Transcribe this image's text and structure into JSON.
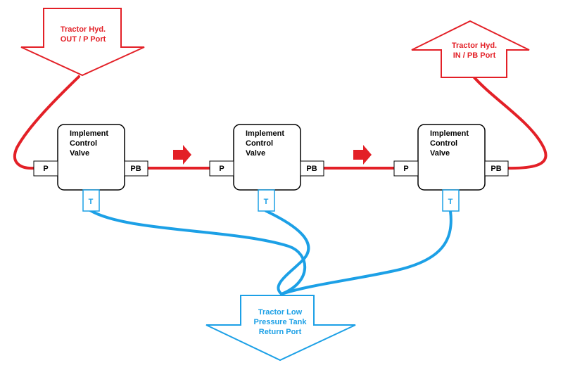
{
  "arrows": {
    "out_port": {
      "line1": "Tractor Hyd.",
      "line2": "OUT / P Port"
    },
    "in_port": {
      "line1": "Tractor Hyd.",
      "line2": "IN / PB Port"
    },
    "return_port": {
      "line1": "Tractor Low",
      "line2": "Pressure Tank",
      "line3": "Return Port"
    }
  },
  "valves": [
    {
      "line1": "Implement",
      "line2": "Control",
      "line3": "Valve",
      "p": "P",
      "pb": "PB",
      "t": "T"
    },
    {
      "line1": "Implement",
      "line2": "Control",
      "line3": "Valve",
      "p": "P",
      "pb": "PB",
      "t": "T"
    },
    {
      "line1": "Implement",
      "line2": "Control",
      "line3": "Valve",
      "p": "P",
      "pb": "PB",
      "t": "T"
    }
  ],
  "colors": {
    "pressure": "#e32027",
    "return": "#1ca0e6",
    "outline": "#000000"
  }
}
